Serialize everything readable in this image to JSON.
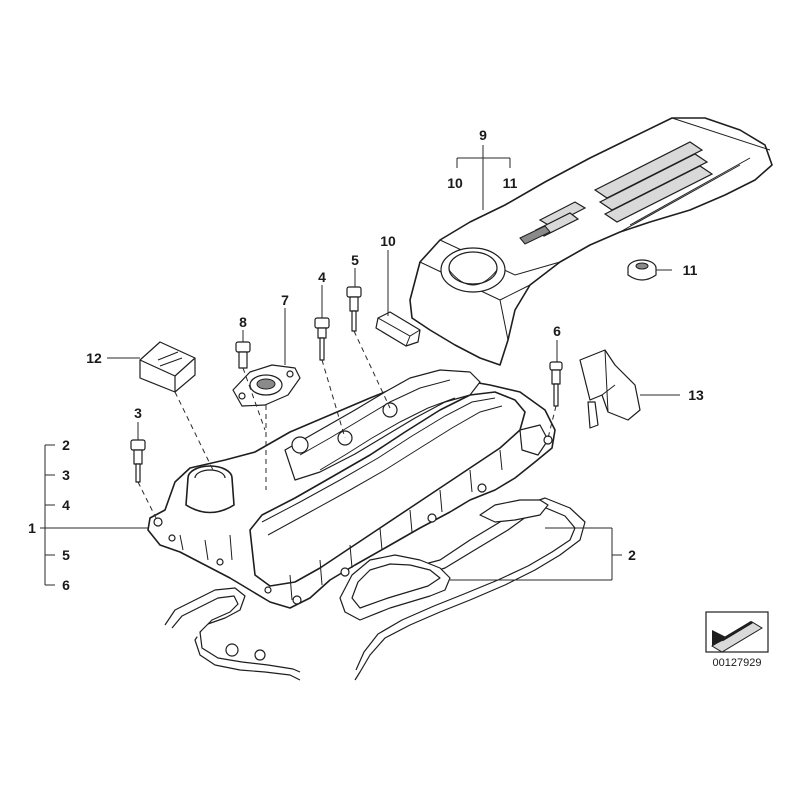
{
  "diagram": {
    "reference_number": "00127929",
    "callouts": {
      "c9": "9",
      "c10_top": "10",
      "c11_top": "11",
      "c10_mid": "10",
      "c5": "5",
      "c4": "4",
      "c7": "7",
      "c8": "8",
      "c11_right": "11",
      "c6": "6",
      "c12": "12",
      "c13": "13",
      "c3": "3",
      "c2_left": "2",
      "c3_left": "3",
      "c4_left": "4",
      "c1": "1",
      "c5_left": "5",
      "c6_left": "6",
      "c2_right": "2"
    },
    "parts": {
      "engine_cover": "engine-cover",
      "cylinder_head_cover": "cylinder-head-cover",
      "gasket": "gasket",
      "bolt": "bolt",
      "oil_filler_cap": "oil-filler-cap",
      "flange": "flange"
    },
    "icons": {
      "page_corner": "direction-arrow-icon"
    }
  }
}
